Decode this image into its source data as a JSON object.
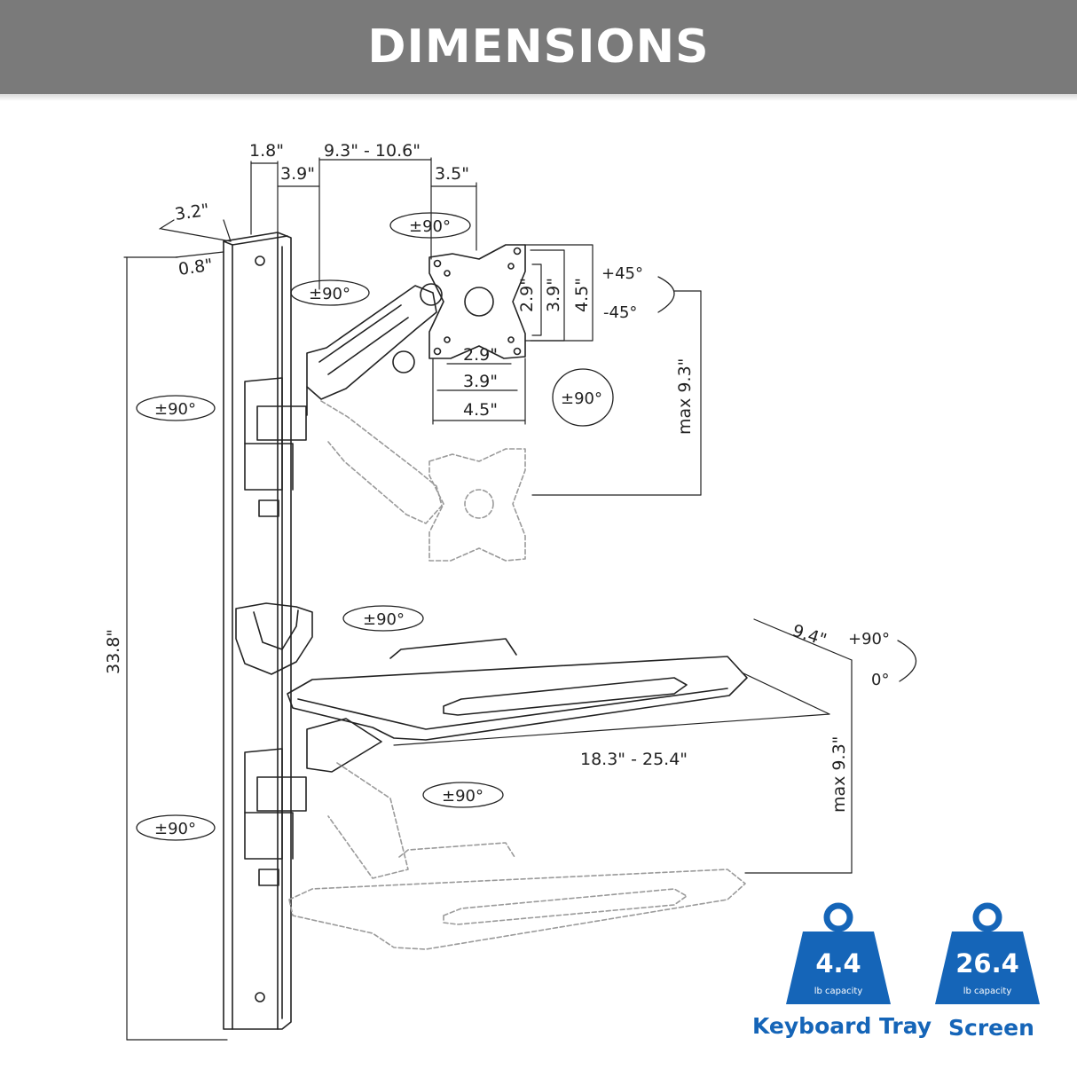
{
  "title": "DIMENSIONS",
  "dimensions": {
    "d_1_8": "1.8\"",
    "d_3_9_top": "3.9\"",
    "d_9_3_10_6": "9.3\" - 10.6\"",
    "d_3_5": "3.5\"",
    "d_3_2": "3.2\"",
    "d_0_8": "0.8\"",
    "d_2_9_v": "2.9\"",
    "d_3_9_v": "3.9\"",
    "d_4_5_v": "4.5\"",
    "d_2_9_h": "2.9\"",
    "d_3_9_h": "3.9\"",
    "d_4_5_h": "4.5\"",
    "max_9_3_monitor": "max 9.3\"",
    "d_33_8": "33.8\"",
    "d_9_4": "9.4\"",
    "d_18_3_25_4": "18.3\" - 25.4\"",
    "max_9_3_tray": "max 9.3\""
  },
  "rotations": {
    "top_pivot": "±90°",
    "arm_pivot": "±90°",
    "tilt_plus": "+45°",
    "tilt_minus": "-45°",
    "monitor_rotate": "±90°",
    "pole_upper": "±90°",
    "tray_upper": "±90°",
    "tray_tilt_plus": "+90°",
    "tray_tilt_zero": "0°",
    "tray_lower": "±90°",
    "pole_lower": "±90°"
  },
  "badges": [
    {
      "value": "4.4",
      "caption": "lb capacity",
      "label": "Keyboard Tray"
    },
    {
      "value": "26.4",
      "caption": "lb capacity",
      "label": "Screen"
    }
  ],
  "colors": {
    "banner": "#7a7a7a",
    "badge": "#1565b8",
    "line": "#222222",
    "ghost": "#9a9a9a"
  }
}
